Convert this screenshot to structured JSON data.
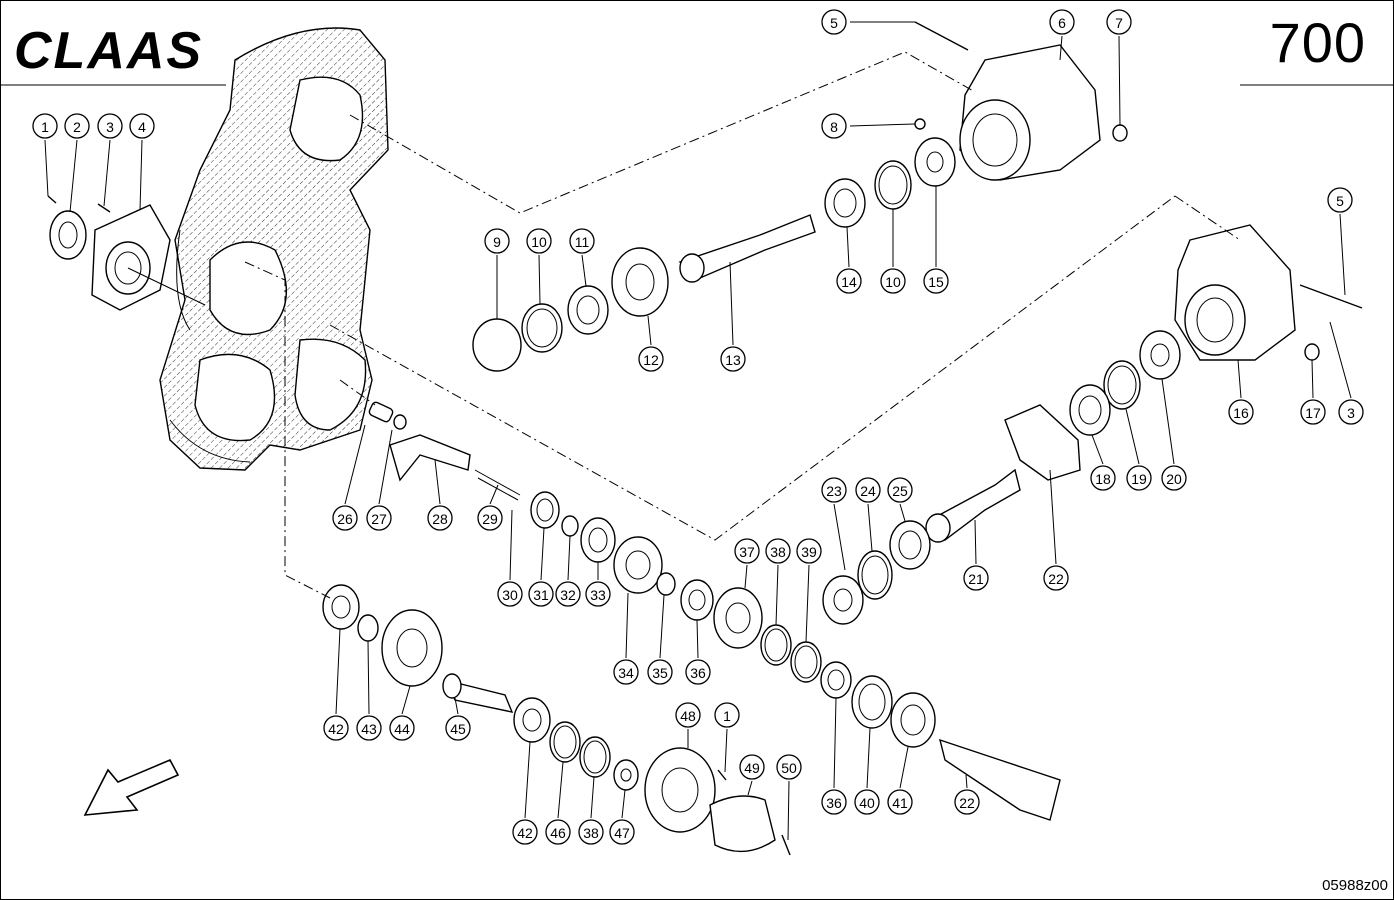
{
  "header": {
    "brand": "CLAAS",
    "page_number": "700"
  },
  "footer": {
    "reference_code": "05988z00"
  },
  "callouts": [
    {
      "label": "1"
    },
    {
      "label": "2"
    },
    {
      "label": "3"
    },
    {
      "label": "4"
    },
    {
      "label": "5"
    },
    {
      "label": "6"
    },
    {
      "label": "7"
    },
    {
      "label": "8"
    },
    {
      "label": "9"
    },
    {
      "label": "10"
    },
    {
      "label": "11"
    },
    {
      "label": "12"
    },
    {
      "label": "13"
    },
    {
      "label": "14"
    },
    {
      "label": "10"
    },
    {
      "label": "15"
    },
    {
      "label": "5"
    },
    {
      "label": "16"
    },
    {
      "label": "17"
    },
    {
      "label": "3"
    },
    {
      "label": "18"
    },
    {
      "label": "19"
    },
    {
      "label": "20"
    },
    {
      "label": "22"
    },
    {
      "label": "21"
    },
    {
      "label": "23"
    },
    {
      "label": "24"
    },
    {
      "label": "25"
    },
    {
      "label": "26"
    },
    {
      "label": "27"
    },
    {
      "label": "28"
    },
    {
      "label": "29"
    },
    {
      "label": "30"
    },
    {
      "label": "31"
    },
    {
      "label": "32"
    },
    {
      "label": "33"
    },
    {
      "label": "34"
    },
    {
      "label": "35"
    },
    {
      "label": "36"
    },
    {
      "label": "37"
    },
    {
      "label": "38"
    },
    {
      "label": "39"
    },
    {
      "label": "42"
    },
    {
      "label": "43"
    },
    {
      "label": "44"
    },
    {
      "label": "45"
    },
    {
      "label": "42"
    },
    {
      "label": "46"
    },
    {
      "label": "38"
    },
    {
      "label": "47"
    },
    {
      "label": "48"
    },
    {
      "label": "1"
    },
    {
      "label": "49"
    },
    {
      "label": "50"
    },
    {
      "label": "36"
    },
    {
      "label": "40"
    },
    {
      "label": "41"
    },
    {
      "label": "22"
    }
  ]
}
